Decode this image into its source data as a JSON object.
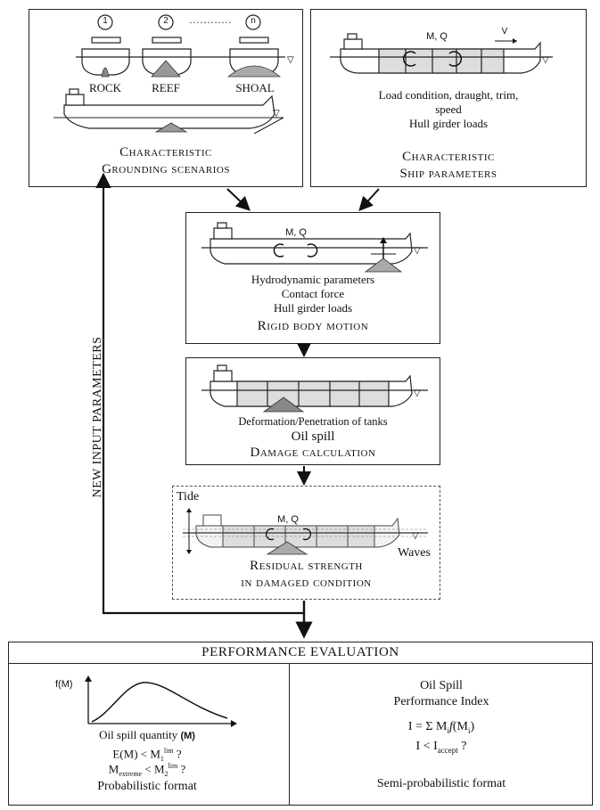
{
  "grounding_box": {
    "markers": [
      "1",
      "2",
      "n"
    ],
    "dots": "…………",
    "labels": [
      "ROCK",
      "REEF",
      "SHOAL"
    ],
    "title_line1": "Characteristic",
    "title_line2": "Grounding scenarios"
  },
  "ship_box": {
    "mq_label": "M, Q",
    "v_label": "V",
    "line1": "Load condition, draught, trim,",
    "line2": "speed",
    "line3": "Hull girder loads",
    "title_line1": "Characteristic",
    "title_line2": "Ship parameters"
  },
  "rigid_box": {
    "mq_label": "M, Q",
    "line1": "Hydrodynamic parameters",
    "line2": "Contact force",
    "line3": "Hull girder loads",
    "title": "Rigid body motion"
  },
  "damage_box": {
    "line1": "Deformation/Penetration of tanks",
    "line2": "Oil spill",
    "title": "Damage calculation"
  },
  "residual_box": {
    "tide_label": "Tide",
    "mq_label": "M, Q",
    "waves_label": "Waves",
    "title_line1": "Residual strength",
    "title_line2": "in damaged condition"
  },
  "feedback_label": "NEW INPUT PARAMETERS",
  "performance": {
    "header": "PERFORMANCE EVALUATION",
    "left": {
      "axis_y": "f(M)",
      "axis_x_text": "Oil spill quantity",
      "axis_x_var": "(M)",
      "cond1_lhs": "E(M)",
      "cond1_op": " < M",
      "cond1_sub": "1",
      "cond1_sup": "lim",
      "cond1_q": " ?",
      "cond2_lhs": "M",
      "cond2_lhs_sub": "extreme",
      "cond2_op": " < M",
      "cond2_sub": "2",
      "cond2_sup": "lim",
      "cond2_q": " ?",
      "format": "Probabilistic format"
    },
    "right": {
      "line1": "Oil Spill",
      "line2": "Performance Index",
      "formula": "I = Σ M",
      "formula_sub": "i",
      "formula_f": "f",
      "formula_tail": "(M",
      "formula_tail_sub": "i",
      "formula_end": ")",
      "cond": "I < I",
      "cond_sub": "accept",
      "cond_q": " ?",
      "format": "Semi-probabilistic format"
    }
  }
}
